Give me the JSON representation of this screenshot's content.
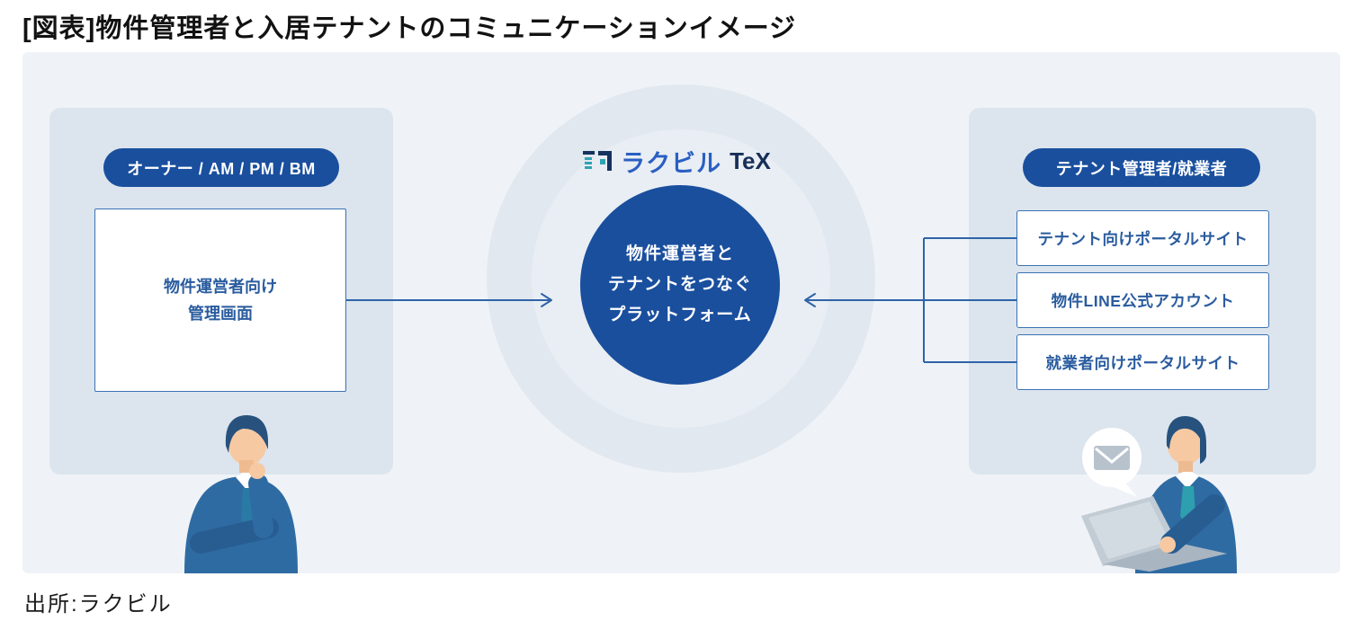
{
  "page": {
    "title": "[図表]物件管理者と入居テナントのコミュニケーションイメージ",
    "source": "出所:ラクビル"
  },
  "left_group": {
    "pill_label": "オーナー / AM / PM / BM",
    "box_line1": "物件運営者向け",
    "box_line2": "管理画面",
    "illustration": "thinking businessman in blue suit"
  },
  "center": {
    "logo_icon": "rakubiru-building-glyph",
    "logo_main": "ラクビル",
    "logo_sub": "TeX",
    "circle_line1": "物件運営者と",
    "circle_line2": "テナントをつなぐ",
    "circle_line3": "プラットフォーム"
  },
  "right_group": {
    "pill_label": "テナント管理者/就業者",
    "boxes": [
      "テナント向けポータルサイト",
      "物件LINE公式アカウント",
      "就業者向けポータルサイト"
    ],
    "illustration": "businessman using laptop with mail speech bubble"
  },
  "colors": {
    "accent_navy": "#1a4f9e",
    "panel_blue": "#dce5ee",
    "canvas_blue": "#eff3f7",
    "logo_blue": "#2a5fc2",
    "connector_blue": "#2f63a9",
    "box_text_blue": "#2a5c9f"
  }
}
